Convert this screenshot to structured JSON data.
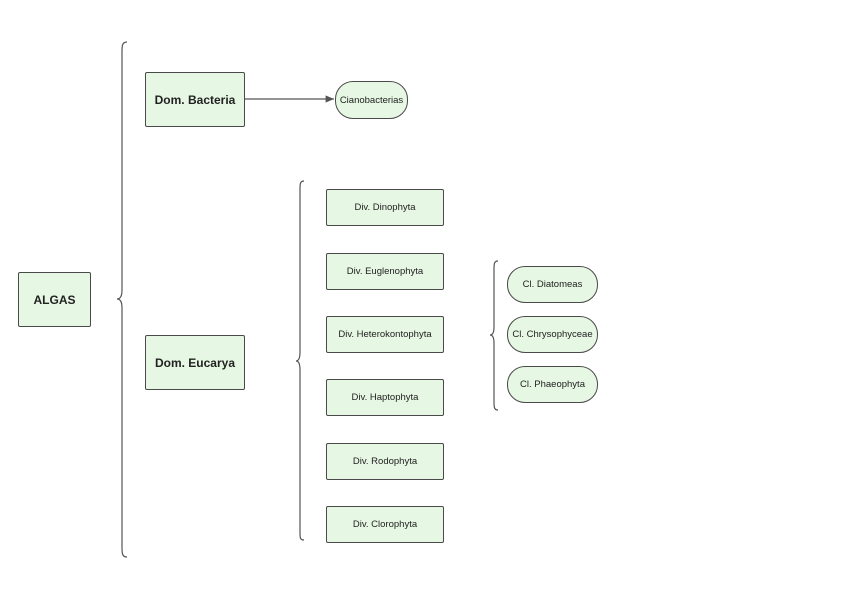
{
  "root": {
    "label": "ALGAS"
  },
  "domains": [
    {
      "label": "Dom. Bacteria"
    },
    {
      "label": "Dom. Eucarya"
    }
  ],
  "bacteria_child": {
    "label": "Cianobacterias"
  },
  "divisions": [
    {
      "label": "Div. Dinophyta"
    },
    {
      "label": "Div. Euglenophyta"
    },
    {
      "label": "Div. Heterokontophyta"
    },
    {
      "label": "Div. Haptophyta"
    },
    {
      "label": "Div. Rodophyta"
    },
    {
      "label": "Div. Clorophyta"
    }
  ],
  "classes": [
    {
      "label": "Cl. Diatomeas"
    },
    {
      "label": "Cl. Chrysophyceae"
    },
    {
      "label": "Cl. Phaeophyta"
    }
  ],
  "colors": {
    "node_fill": "#e6f7e3",
    "stroke": "#4a4a4a"
  }
}
